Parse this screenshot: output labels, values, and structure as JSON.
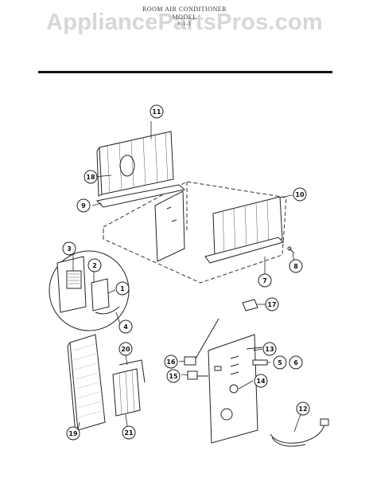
{
  "watermark": "AppliancePartsPros.com",
  "header": {
    "line1": "ROOM AIR CONDITIONER",
    "line2": "MODEL",
    "line3": "1-1-1"
  },
  "callouts": [
    {
      "id": "callout-1",
      "label": "1"
    },
    {
      "id": "callout-2",
      "label": "2"
    },
    {
      "id": "callout-3",
      "label": "3"
    },
    {
      "id": "callout-4",
      "label": "4"
    },
    {
      "id": "callout-5",
      "label": "5"
    },
    {
      "id": "callout-6",
      "label": "6"
    },
    {
      "id": "callout-7",
      "label": "7"
    },
    {
      "id": "callout-8",
      "label": "8"
    },
    {
      "id": "callout-9",
      "label": "9"
    },
    {
      "id": "callout-10",
      "label": "10"
    },
    {
      "id": "callout-11",
      "label": "11"
    },
    {
      "id": "callout-12",
      "label": "12"
    },
    {
      "id": "callout-13",
      "label": "13"
    },
    {
      "id": "callout-14",
      "label": "14"
    },
    {
      "id": "callout-15",
      "label": "15"
    },
    {
      "id": "callout-16",
      "label": "16"
    },
    {
      "id": "callout-17",
      "label": "17"
    },
    {
      "id": "callout-18",
      "label": "18"
    },
    {
      "id": "callout-19",
      "label": "19"
    },
    {
      "id": "callout-20",
      "label": "20"
    },
    {
      "id": "callout-21",
      "label": "21"
    }
  ]
}
